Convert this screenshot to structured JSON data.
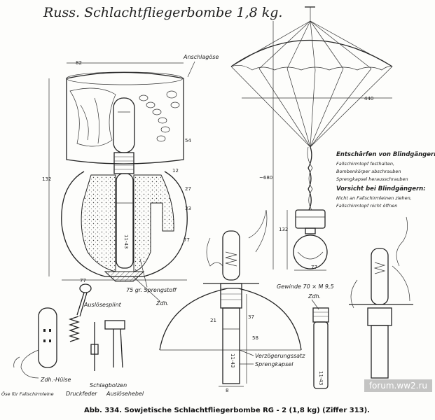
{
  "title": "Russ. Schlachtfliegerbombe 1,8 kg.",
  "labels": {
    "anschlagoese": "Anschlagöse",
    "sprengstoff": "75 gr. Sprengstoff",
    "zdh_main": "Zdh.",
    "zdh_right": "Zdh.",
    "ausloesesplint": "Auslösesplint",
    "zdh_huelse": "Zdh.-Hülse",
    "oese_fallschirmleine": "Öse für Fallschirmleine",
    "druckfeder": "Druckfeder",
    "schlagbolzen": "Schlagbolzen",
    "ausloesehebel": "Auslösehebel",
    "gewinde": "Gewinde 70 × M 9,5",
    "verzoegerungssatz": "Verzögerungssatz",
    "sprengkapsel": "Sprengkapsel",
    "body_mark_1": "11-43",
    "body_mark_2": "11-43",
    "body_mark_3": "11-43"
  },
  "notes": {
    "entschaerfen_title": "Entschärfen von Blindgängern:",
    "entschaerfen_lines": [
      "Fallschirmtopf festhalten,",
      "Bombenkörper abschrauben",
      "Sprengkapsel herausschrauben"
    ],
    "vorsicht_title": "Vorsicht bei Blindgängern:",
    "vorsicht_lines": [
      "Nicht an Fallschirmleinen ziehen,",
      "Fallschirmtopf nicht öffnen"
    ]
  },
  "dimensions": {
    "d82": "82",
    "d132": "132",
    "d54": "54",
    "d12": "12",
    "d27": "27",
    "d33": "33",
    "d77": "77",
    "d77b": "77",
    "d440": "440",
    "d680": "~680",
    "d132b": "132",
    "d77c": "77",
    "d21": "21",
    "d37": "37",
    "d58": "58",
    "d8": "8"
  },
  "caption": "Abb. 334. Sowjetische Schlachtfliegerbombe RG - 2 (1,8 kg) (Ziffer 313).",
  "watermark": "forum.ww2.ru"
}
